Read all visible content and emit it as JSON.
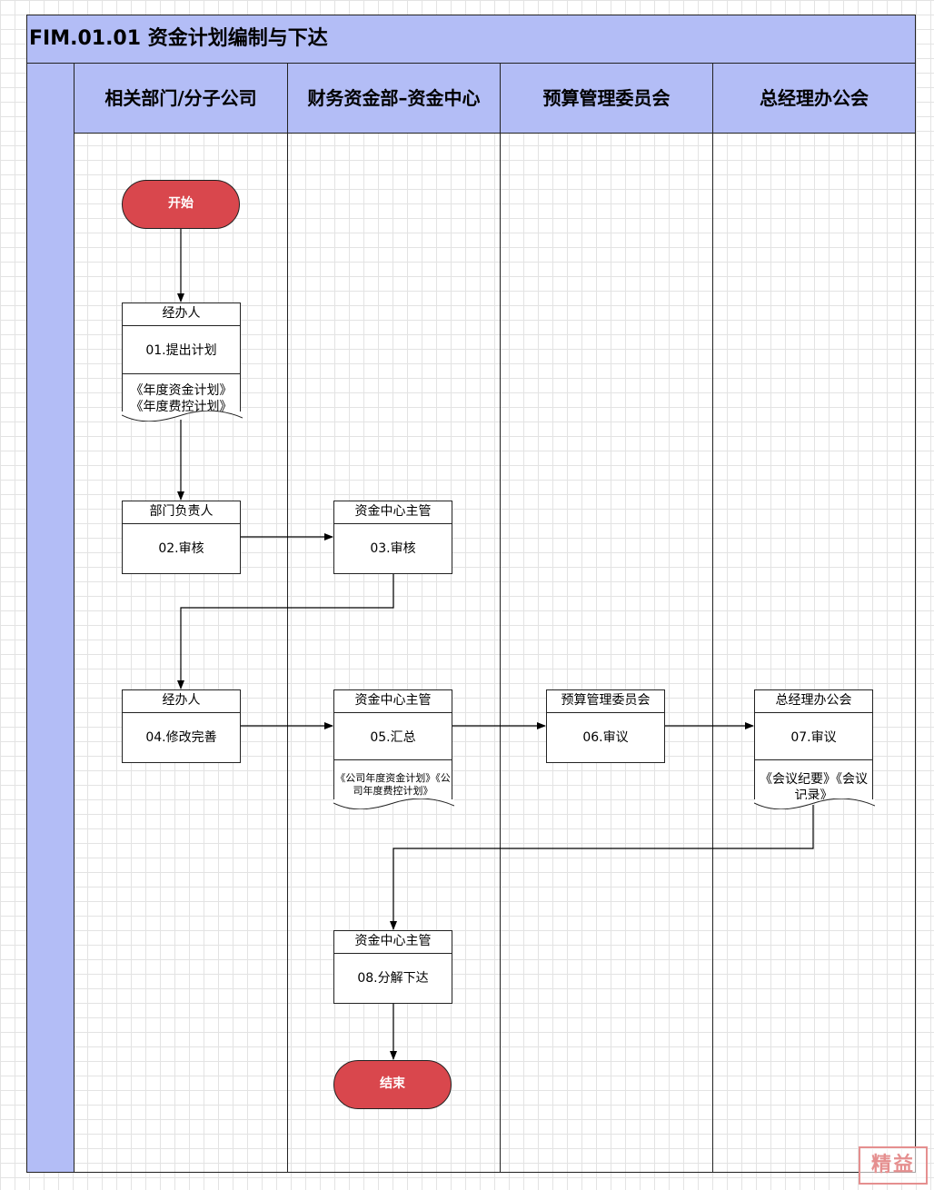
{
  "title": "FIM.01.01 资金计划编制与下达",
  "lanes": [
    {
      "label": "相关部门/分子公司"
    },
    {
      "label": "财务资金部–资金中心"
    },
    {
      "label": "预算管理委员会"
    },
    {
      "label": "总经理办公会"
    }
  ],
  "start": {
    "label": "开始"
  },
  "end": {
    "label": "结束"
  },
  "steps": {
    "s01": {
      "role": "经办人",
      "step": "01.提出计划",
      "doc": [
        "《年度资金计划》",
        "《年度费控计划》"
      ]
    },
    "s02": {
      "role": "部门负责人",
      "step": "02.审核"
    },
    "s03": {
      "role": "资金中心主管",
      "step": "03.审核"
    },
    "s04": {
      "role": "经办人",
      "step": "04.修改完善"
    },
    "s05": {
      "role": "资金中心主管",
      "step": "05.汇总",
      "doc": [
        "《公司年度资金计划》《公",
        "司年度费控计划》"
      ]
    },
    "s06": {
      "role": "预算管理委员会",
      "step": "06.审议"
    },
    "s07": {
      "role": "总经理办公会",
      "step": "07.审议",
      "doc": [
        "《会议纪要》《会议",
        "记录》"
      ]
    },
    "s08": {
      "role": "资金中心主管",
      "step": "08.分解下达"
    }
  },
  "watermark": "精益"
}
